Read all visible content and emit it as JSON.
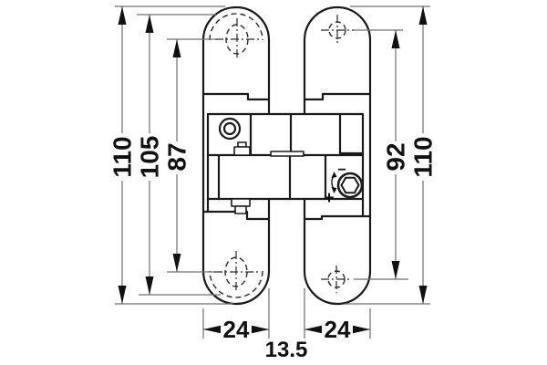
{
  "dimensions": {
    "left_plate_height": "110",
    "left_recess_height": "105",
    "left_hole_spacing": "87",
    "right_hole_spacing": "92",
    "right_plate_height": "110",
    "left_plate_width": "24",
    "right_plate_width": "24",
    "center_gap": "13.5"
  },
  "adjustment": {
    "minus": "−",
    "plus": "+"
  },
  "colors": {
    "object_line": "#1a1a1a",
    "dimension_line": "#707070",
    "label_text": "#111111",
    "background": "#ffffff"
  }
}
